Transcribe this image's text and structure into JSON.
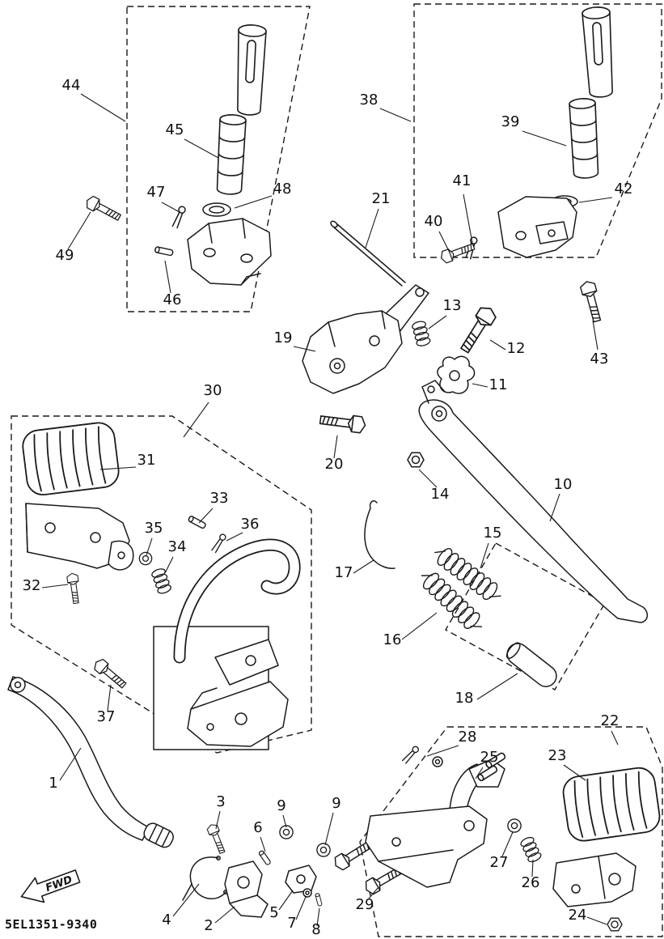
{
  "diagram": {
    "code": "5EL1351-9340",
    "fwd_label": "FWD",
    "colors": {
      "line": "#1a1a1a",
      "background": "#ffffff"
    },
    "callouts": {
      "c1": "1",
      "c2": "2",
      "c3": "3",
      "c4": "4",
      "c5": "5",
      "c6": "6",
      "c7": "7",
      "c8": "8",
      "c9a": "9",
      "c9b": "9",
      "c10": "10",
      "c11": "11",
      "c12": "12",
      "c13": "13",
      "c14": "14",
      "c15": "15",
      "c16": "16",
      "c17": "17",
      "c18": "18",
      "c19": "19",
      "c20": "20",
      "c21": "21",
      "c22": "22",
      "c23": "23",
      "c24": "24",
      "c25": "25",
      "c26": "26",
      "c27": "27",
      "c28": "28",
      "c29": "29",
      "c30": "30",
      "c31": "31",
      "c32": "32",
      "c33": "33",
      "c34": "34",
      "c35": "35",
      "c36": "36",
      "c37": "37",
      "c38": "38",
      "c39": "39",
      "c40": "40",
      "c41": "41",
      "c42": "42",
      "c43": "43",
      "c44": "44",
      "c45": "45",
      "c46": "46",
      "c47": "47",
      "c48": "48",
      "c49": "49"
    }
  }
}
